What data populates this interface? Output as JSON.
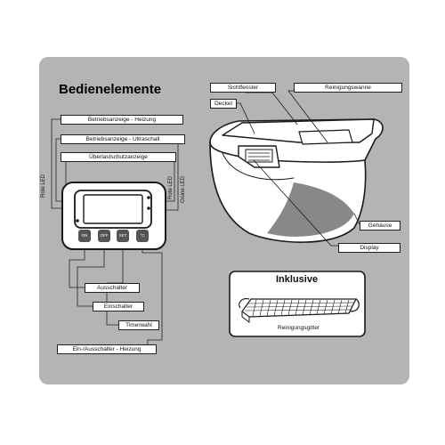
{
  "title": "Bedienelemente",
  "left_labels": {
    "betrieb_heizung": "Betriebsanzeige - Heizung",
    "betrieb_ultraschall": "Betriebsanzeige - Ultraschall",
    "ueberlast": "Überlastschutzanzeige"
  },
  "vertical_labels": {
    "rote_led_left": "Rote LED",
    "rote_led_right": "Rote LED",
    "gruene_led": "Grüne LED"
  },
  "control_buttons": [
    "ON",
    "OFF",
    "SET",
    "°C"
  ],
  "bottom_labels": {
    "ausschalter": "Ausschalter",
    "einschalter": "Einschalter",
    "timerwahl": "Timerwahl",
    "heizung_schalter": "Ein-/Ausschalter - Heizung"
  },
  "device_labels": {
    "sichtfenster": "Sichtfenster",
    "reinigungswanne": "Reinigungswanne",
    "deckel": "Deckel",
    "gehaeuse": "Gehäuse",
    "display": "Display"
  },
  "inklusive": {
    "heading": "Inklusive",
    "item": "Reinigungsgitter"
  },
  "colors": {
    "panel": "#b4b4b4",
    "outline": "#1a1a1a",
    "label_bg": "#ffffff",
    "button": "#555555"
  }
}
